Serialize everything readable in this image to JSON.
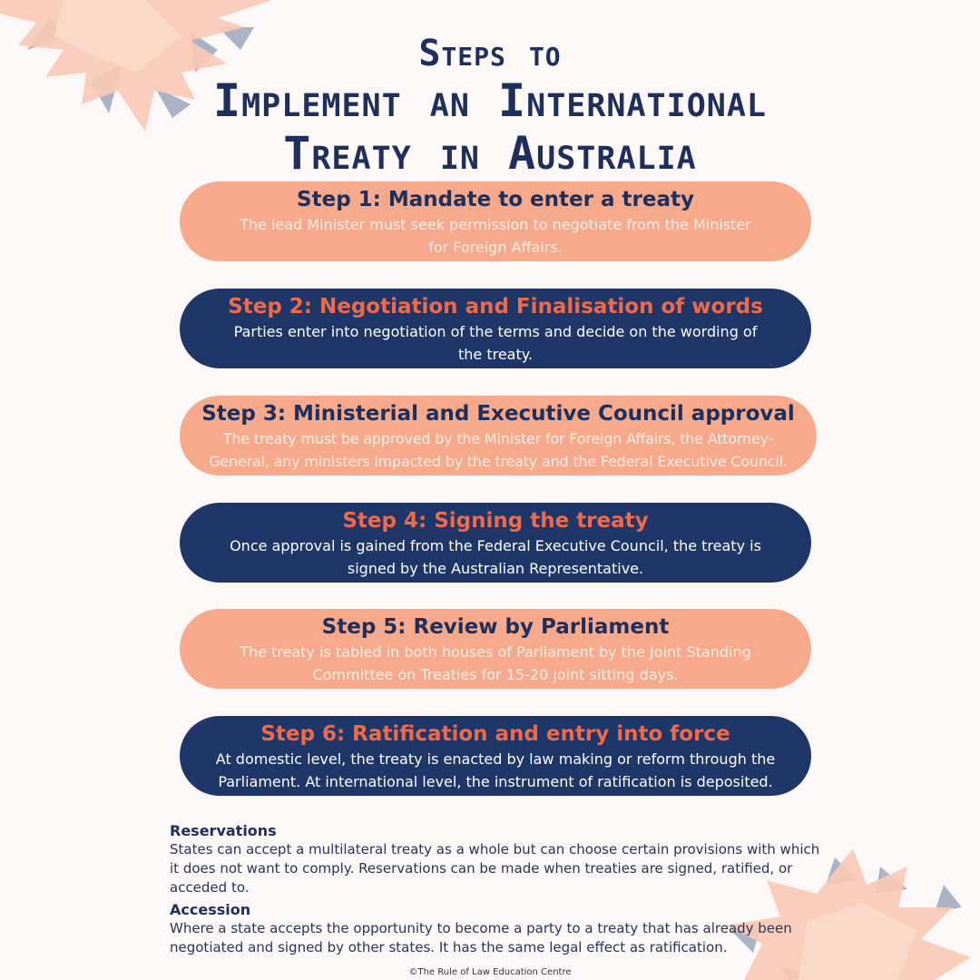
{
  "title": {
    "line1": "Steps to",
    "line2": "Implement an International",
    "line3": "Treaty in Australia"
  },
  "steps": [
    {
      "heading": "Step 1: Mandate to enter a treaty",
      "body": "The lead Minister must seek permission to negotiate from the Minister for Foreign Affairs."
    },
    {
      "heading": "Step 2: Negotiation and Finalisation of words",
      "body": "Parties enter into negotiation of the terms and decide on the wording of the treaty."
    },
    {
      "heading": "Step 3: Ministerial and Executive Council approval",
      "body_line1": "The treaty must be approved by the Minister for Foreign Affairs, the Attorney-",
      "body_line2": "General, any ministers impacted by the treaty and the Federal Executive Council."
    },
    {
      "heading": "Step 4: Signing the treaty",
      "body": "Once approval is gained from the Federal Executive Council, the treaty is signed by the Australian Representative."
    },
    {
      "heading": "Step 5: Review by Parliament",
      "body": "The treaty is tabled in both houses of Parliament by the Joint Standing Committee on Treaties for 15-20 joint sitting days."
    },
    {
      "heading": "Step 6: Ratification and entry into force",
      "body": "At domestic level, the treaty is enacted by law making or reform through the Parliament. At international level, the instrument of ratification is deposited."
    }
  ],
  "notes": [
    {
      "heading": "Reservations",
      "text": "States can accept a multilateral treaty as a whole but can choose certain provisions with which it does not want to comply. Reservations can be made when treaties are signed, ratified, or acceded to."
    },
    {
      "heading": "Accession",
      "text": "Where a state accepts the opportunity to become a party to a treaty that has already been negotiated and signed by other states. It has the same legal effect as ratification."
    }
  ],
  "footer": "©The Rule of Law Education Centre",
  "colors": {
    "navy": "#1f3668",
    "peach": "#f6a98b",
    "accent": "#ef6a4b",
    "background": "#fbf8f7"
  }
}
